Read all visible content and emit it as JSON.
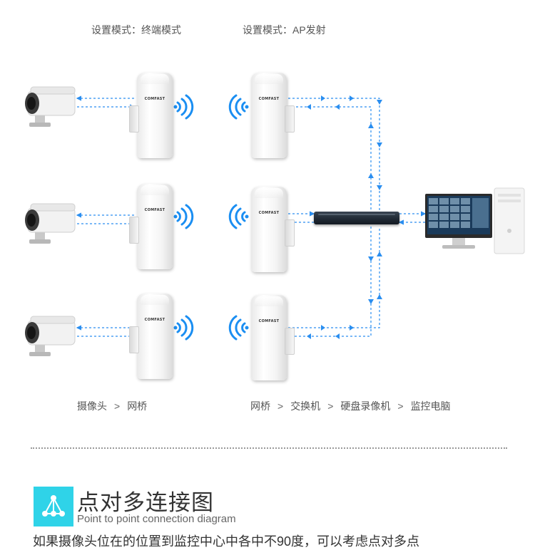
{
  "modes": {
    "left": "设置模式：终端模式",
    "right": "设置模式：AP发射"
  },
  "device": {
    "brand": "COMFAST"
  },
  "flows": {
    "left": [
      "摄像头",
      "网桥"
    ],
    "right": [
      "网桥",
      "交换机",
      "硬盘录像机",
      "监控电脑"
    ],
    "separator": ">"
  },
  "section": {
    "title": "点对多连接图",
    "subtitle": "Point to point connection diagram",
    "description": "如果摄像头位在的位置到监控中心中各中不90度，可以考虑点对多点"
  },
  "colors": {
    "link": "#2a8ef0",
    "wifi": "#1a8ef2",
    "icon_bg": "#2fd3e8"
  }
}
